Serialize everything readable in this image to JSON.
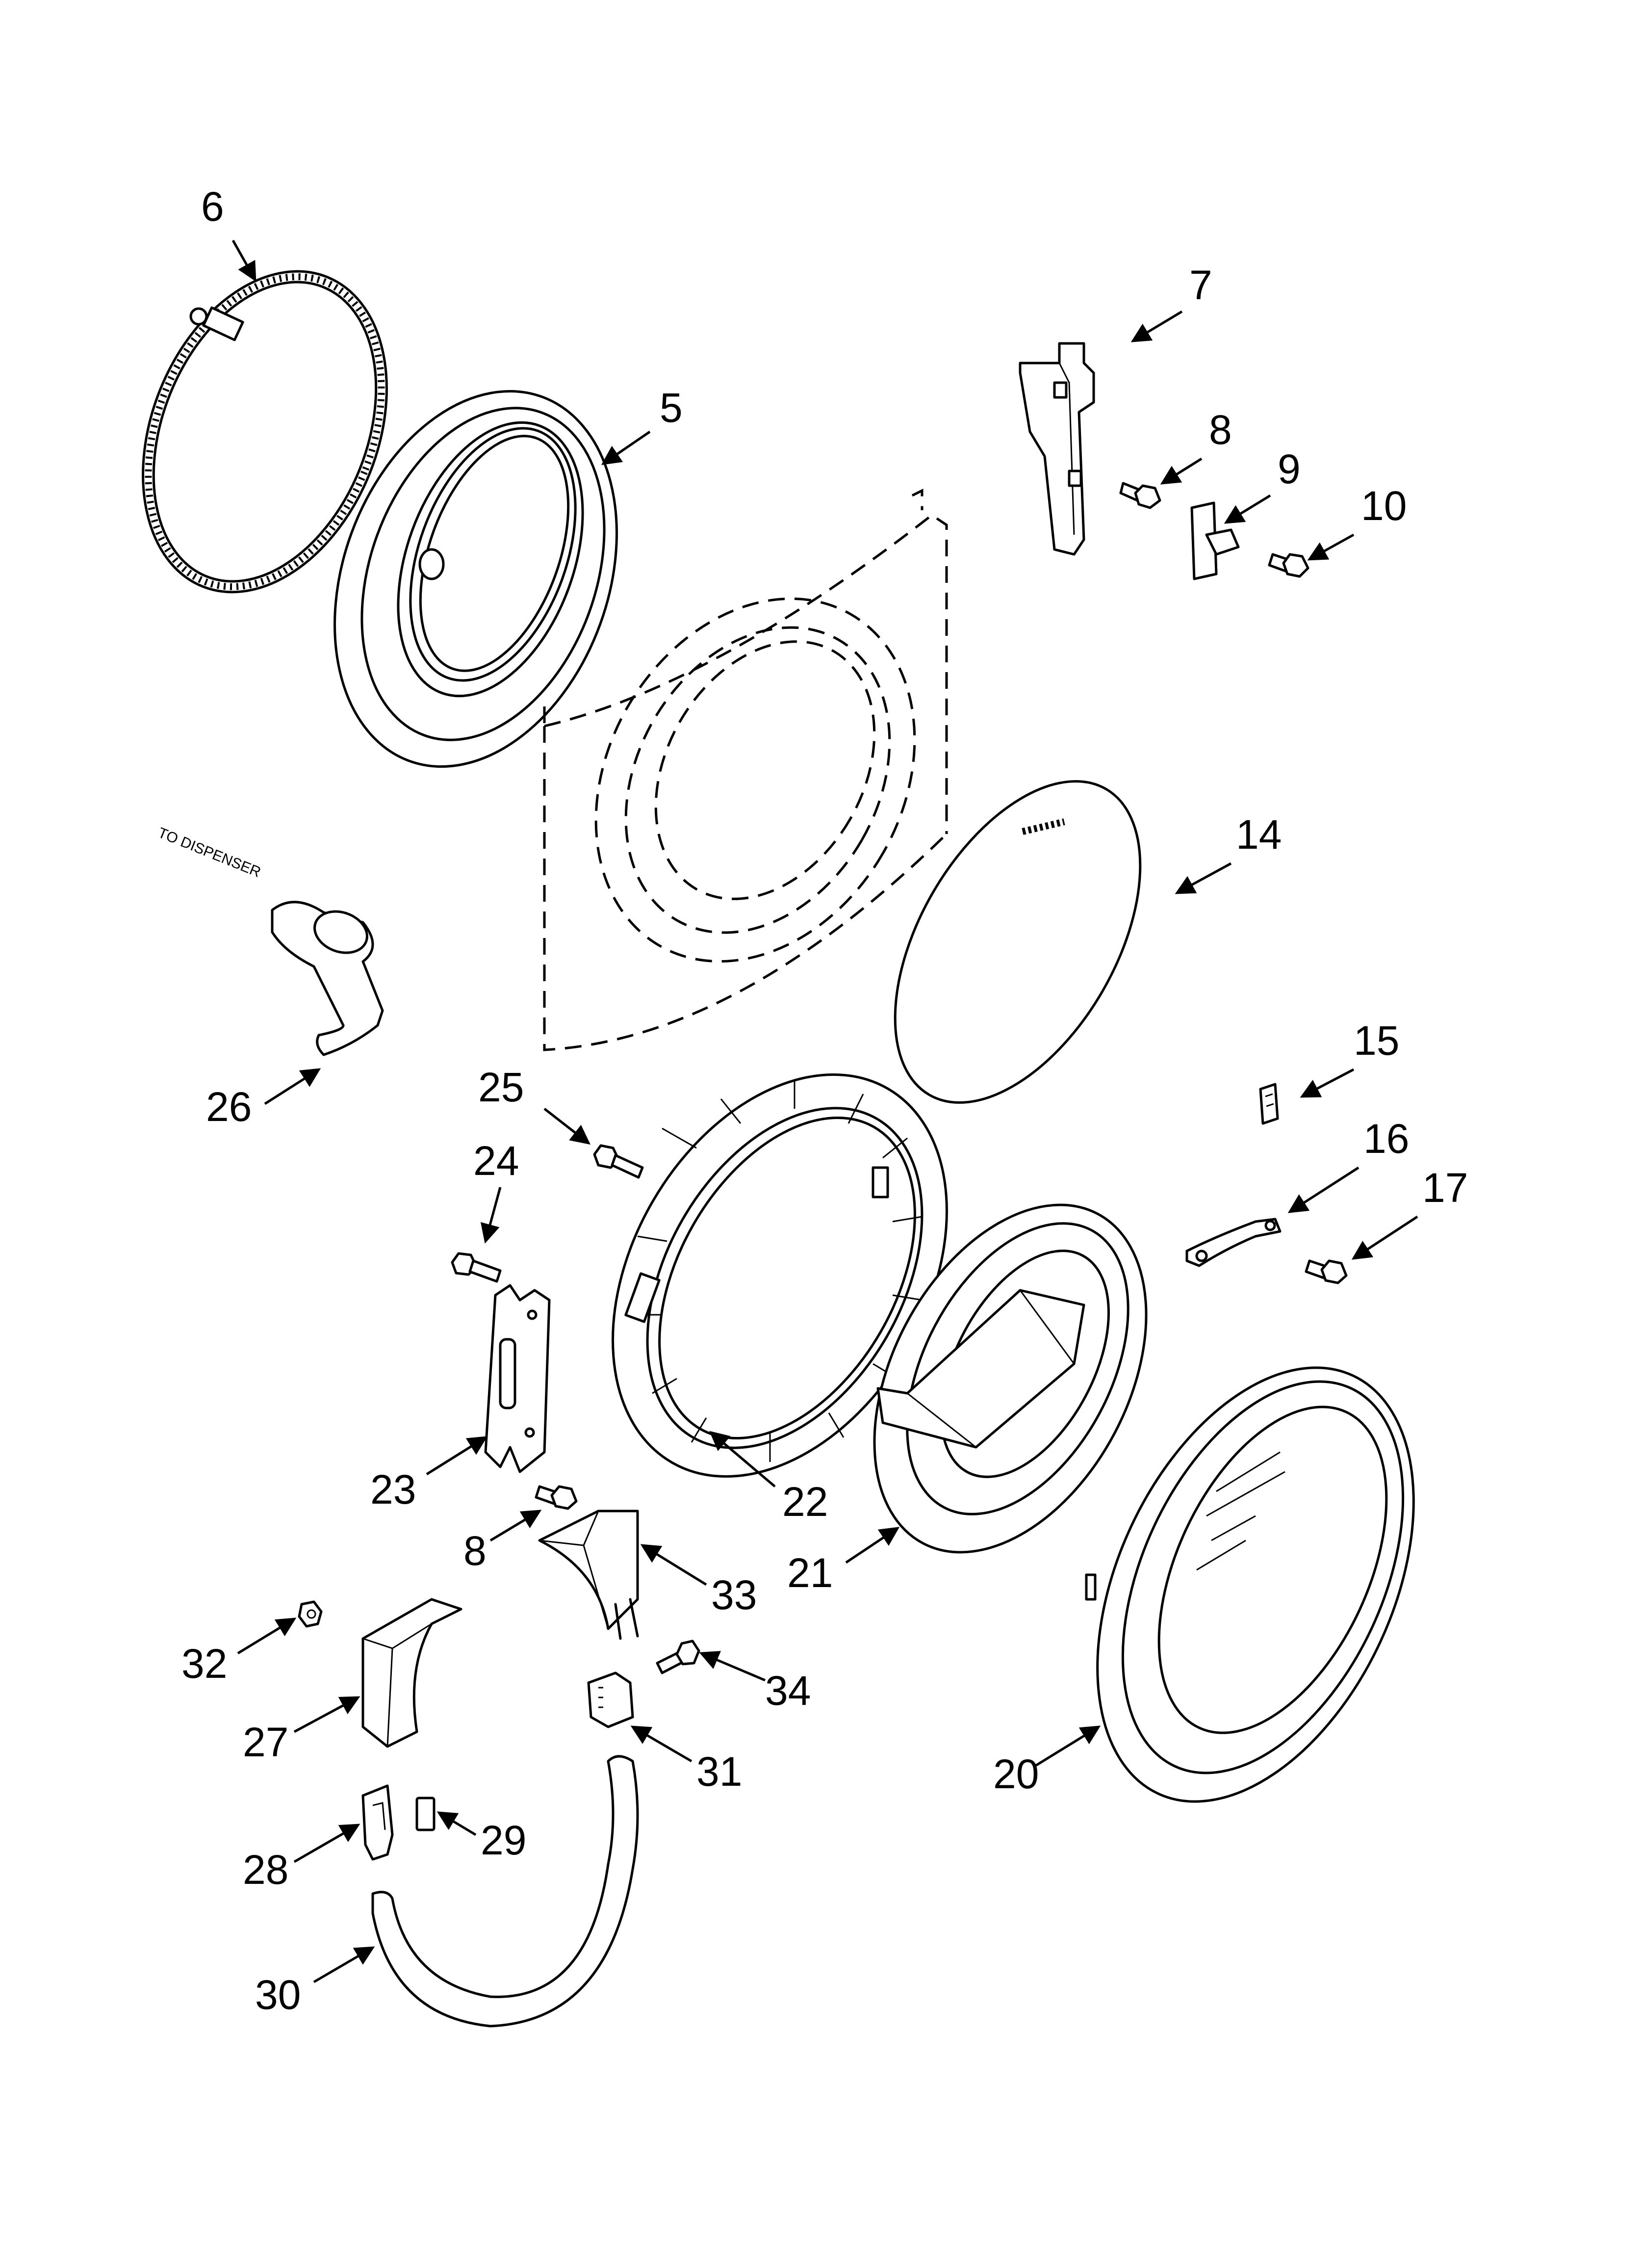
{
  "diagram": {
    "note": "TO DISPENSER",
    "callouts": [
      "6",
      "5",
      "7",
      "8",
      "9",
      "10",
      "14",
      "26",
      "15",
      "16",
      "17",
      "25",
      "24",
      "23",
      "22",
      "21",
      "20",
      "8",
      "33",
      "32",
      "34",
      "27",
      "31",
      "28",
      "29",
      "30"
    ]
  },
  "colors": {
    "line": "#000000",
    "background": "#ffffff"
  }
}
